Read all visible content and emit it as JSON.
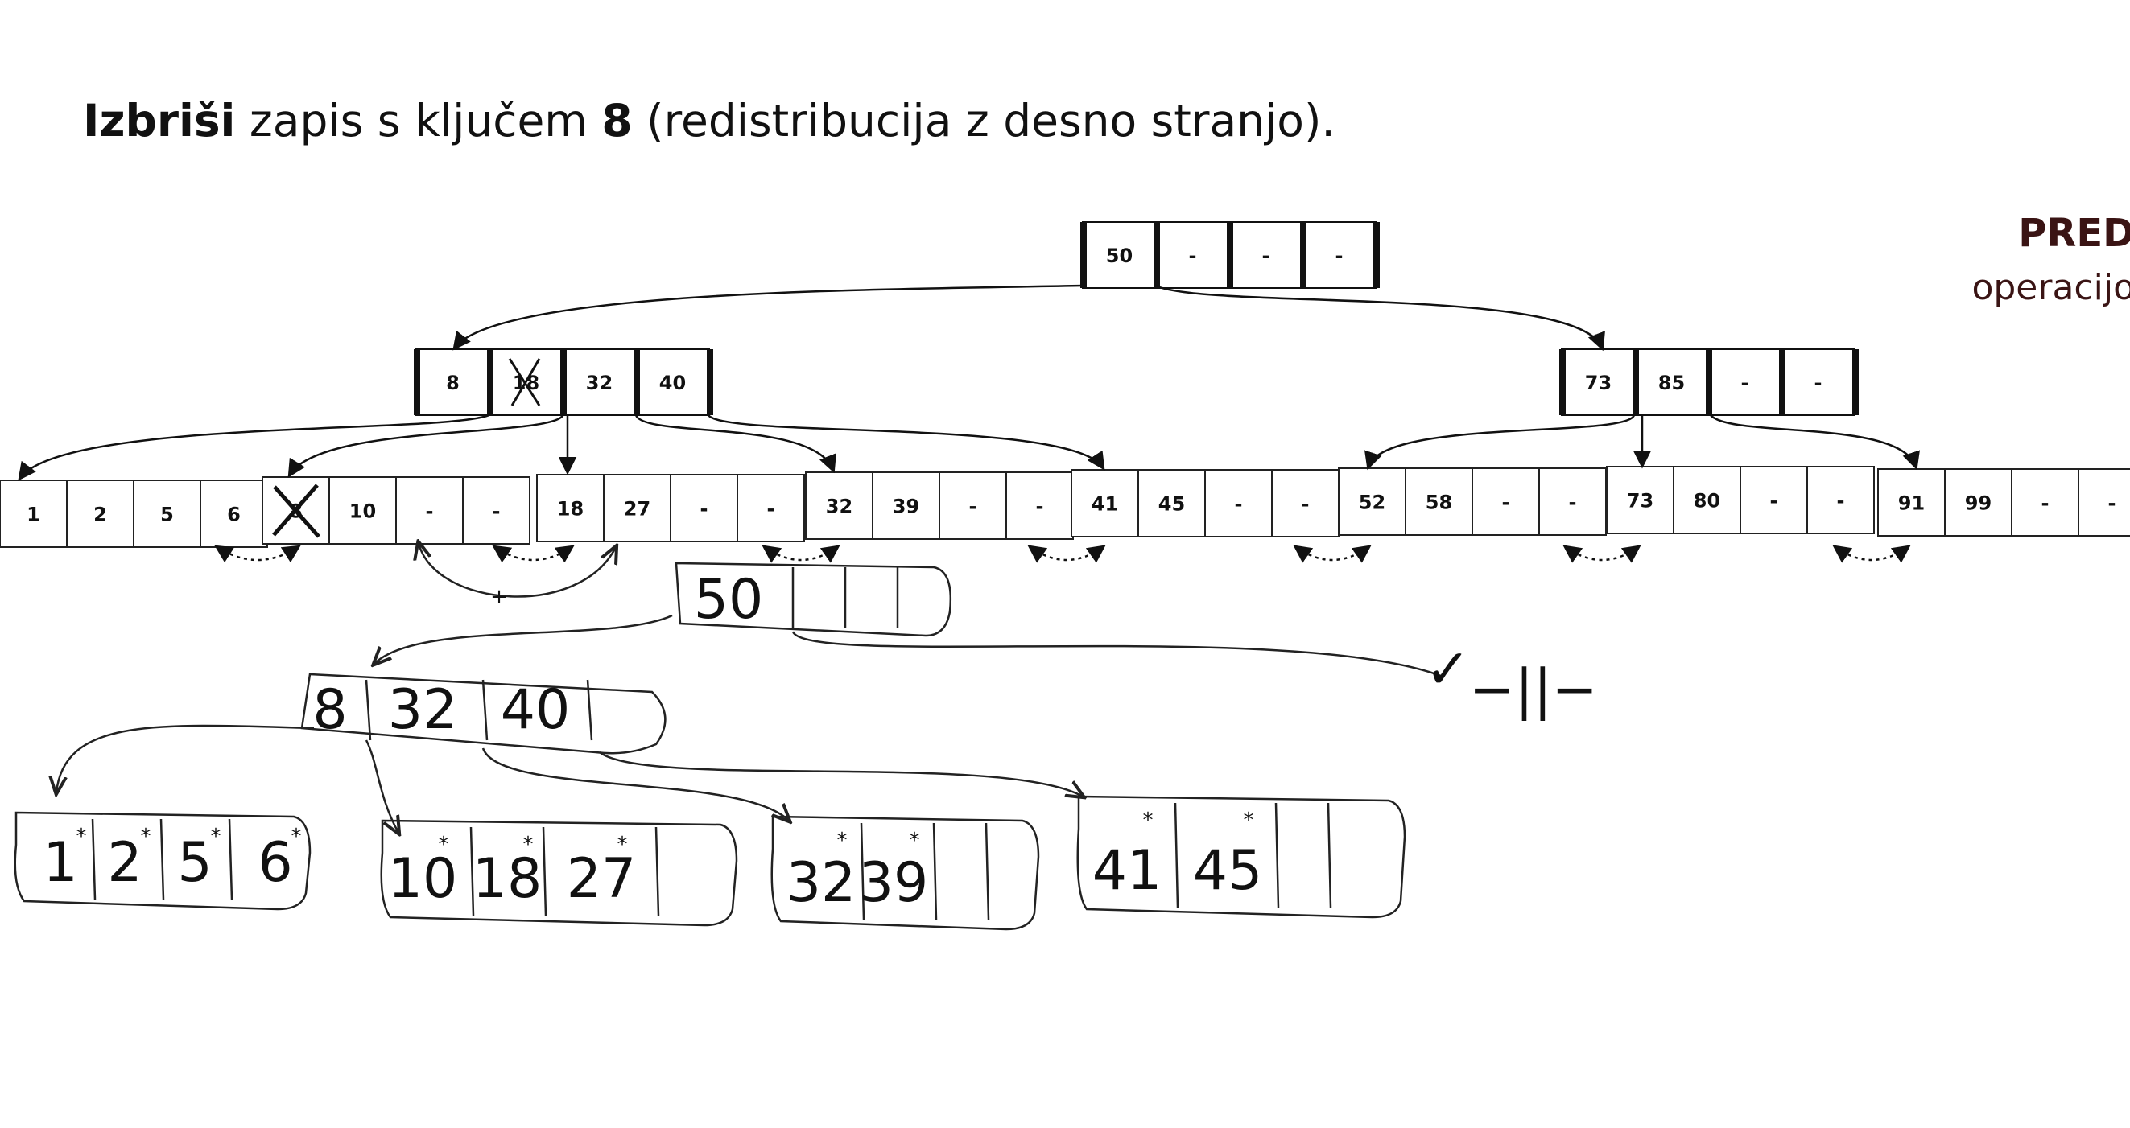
{
  "heading": {
    "bold1": "Izbriši",
    "mid": " zapis s ključem ",
    "bold2": "8",
    "end": " (redistribucija z desno stranjo)."
  },
  "side": {
    "title": "PRED",
    "subtitle": "operacijo"
  },
  "tree": {
    "root": [
      "50",
      "-",
      "-",
      "-"
    ],
    "level1": [
      {
        "keys": [
          "8",
          "18",
          "32",
          "40"
        ],
        "crossed": [
          1
        ]
      },
      {
        "keys": [
          "73",
          "85",
          "-",
          "-"
        ],
        "crossed": []
      }
    ],
    "leaves": [
      {
        "keys": [
          "1",
          "2",
          "5",
          "6"
        ],
        "crossed": []
      },
      {
        "keys": [
          "8",
          "10",
          "-",
          "-"
        ],
        "crossed": [
          0
        ]
      },
      {
        "keys": [
          "18",
          "27",
          "-",
          "-"
        ],
        "crossed": []
      },
      {
        "keys": [
          "32",
          "39",
          "-",
          "-"
        ],
        "crossed": []
      },
      {
        "keys": [
          "41",
          "45",
          "-",
          "-"
        ],
        "crossed": []
      },
      {
        "keys": [
          "52",
          "58",
          "-",
          "-"
        ],
        "crossed": []
      },
      {
        "keys": [
          "73",
          "80",
          "-",
          "-"
        ],
        "crossed": []
      },
      {
        "keys": [
          "91",
          "99",
          "-",
          "-"
        ],
        "crossed": []
      }
    ]
  },
  "handwritten": {
    "plus": "+",
    "root": [
      "50",
      "",
      ""
    ],
    "check": "✓",
    "ditto": "−||−",
    "inner": [
      "8",
      "32",
      "40",
      ""
    ],
    "leaves": [
      [
        "1",
        "2",
        "5",
        "6"
      ],
      [
        "10",
        "18",
        "27",
        ""
      ],
      [
        "32",
        "39",
        "",
        ""
      ],
      [
        "41",
        "45",
        "",
        ""
      ]
    ],
    "star": "*"
  }
}
